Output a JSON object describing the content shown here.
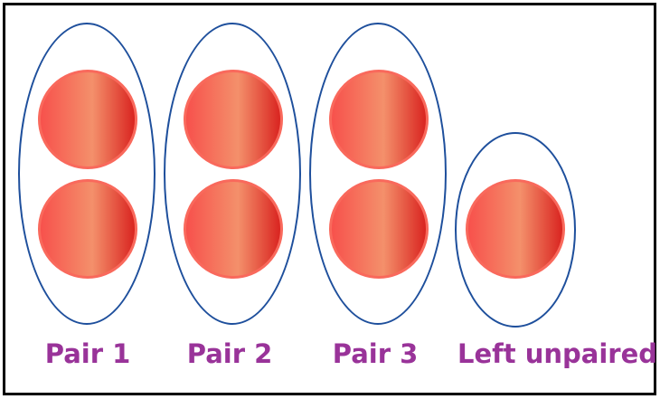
{
  "diagram": {
    "title_implicit": "Pairing diagram: three pairs of counters and one left unpaired",
    "groups": [
      {
        "label": "Pair 1",
        "counter_count": 2
      },
      {
        "label": "Pair 2",
        "counter_count": 2
      },
      {
        "label": "Pair 3",
        "counter_count": 2
      },
      {
        "label": "Left unpaired",
        "counter_count": 1
      }
    ],
    "total_counters": 7,
    "colors": {
      "ellipse_stroke": "#1e4f9c",
      "counter_gradient_left": "#f7514c",
      "counter_gradient_mid": "#f4906b",
      "counter_gradient_right": "#d92420",
      "counter_rim": "#f9695c",
      "label_text": "#993399",
      "frame_border": "#000000",
      "background": "#ffffff"
    }
  }
}
